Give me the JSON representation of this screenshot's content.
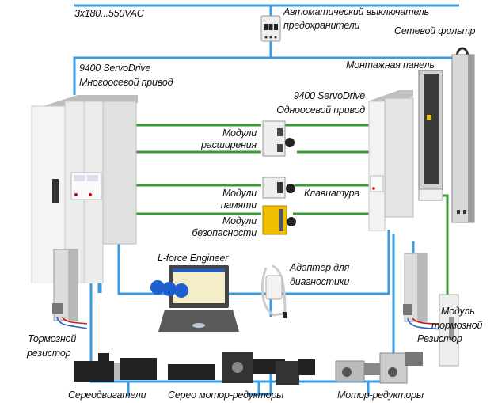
{
  "colors": {
    "power_bus": "#3a9be0",
    "module_link": "#3a9a3a",
    "label": "#111111"
  },
  "labels": {
    "supply_voltage": "3x180...550VAC",
    "circuit_breaker_line1": "Автоматический выключатель",
    "circuit_breaker_line2": "предохранители",
    "mains_filter": "Сетевой фильтр",
    "multi_axis_line1": "9400 ServoDrive",
    "multi_axis_line2": "Многоосевой привод",
    "mounting_panel": "Монтажная панель",
    "single_axis_line1": "9400 ServoDrive",
    "single_axis_line2": "Одноосевой привод",
    "expansion_modules_line1": "Модули",
    "expansion_modules_line2": "расширения",
    "memory_modules_line1": "Модули",
    "memory_modules_line2": "памяти",
    "keypad": "Клавиатура",
    "safety_modules_line1": "Модули",
    "safety_modules_line2": "безопасности",
    "software": "L-force Engineer",
    "diag_adapter_line1": "Адаптер для",
    "diag_adapter_line2": "диагностики",
    "brake_resistor_left_line1": "Тормозной",
    "brake_resistor_left_line2": "резистор",
    "brake_module_line1": "Модуль",
    "brake_module_line2": "тормозной",
    "brake_resistor_right": "Резистор",
    "servo_motors": "Сереодвигатели",
    "servo_gearmotors": "Серео мотор-редукторы",
    "gearmotors": "Мотор-редукторы"
  },
  "devices": [
    {
      "name": "circuit-breaker",
      "icon": "breaker-icon"
    },
    {
      "name": "mains-filter",
      "icon": "filter-icon"
    },
    {
      "name": "multi-axis-drive",
      "icon": "drive-rack-icon"
    },
    {
      "name": "single-axis-drive",
      "icon": "drive-icon"
    },
    {
      "name": "mounting-panel",
      "icon": "panel-icon"
    },
    {
      "name": "expansion-module",
      "icon": "module-icon"
    },
    {
      "name": "memory-module",
      "icon": "memory-module-icon"
    },
    {
      "name": "safety-module",
      "icon": "safety-module-icon"
    },
    {
      "name": "laptop",
      "icon": "laptop-icon"
    },
    {
      "name": "diagnostic-adapter",
      "icon": "usb-adapter-icon"
    },
    {
      "name": "brake-resistor-left",
      "icon": "resistor-icon"
    },
    {
      "name": "brake-resistor-right",
      "icon": "resistor-icon"
    },
    {
      "name": "brake-module",
      "icon": "brake-module-icon"
    },
    {
      "name": "servo-motors",
      "icon": "motor-icon"
    },
    {
      "name": "servo-gearmotors",
      "icon": "gearmotor-icon"
    },
    {
      "name": "gearmotors",
      "icon": "gearmotor-icon"
    }
  ]
}
